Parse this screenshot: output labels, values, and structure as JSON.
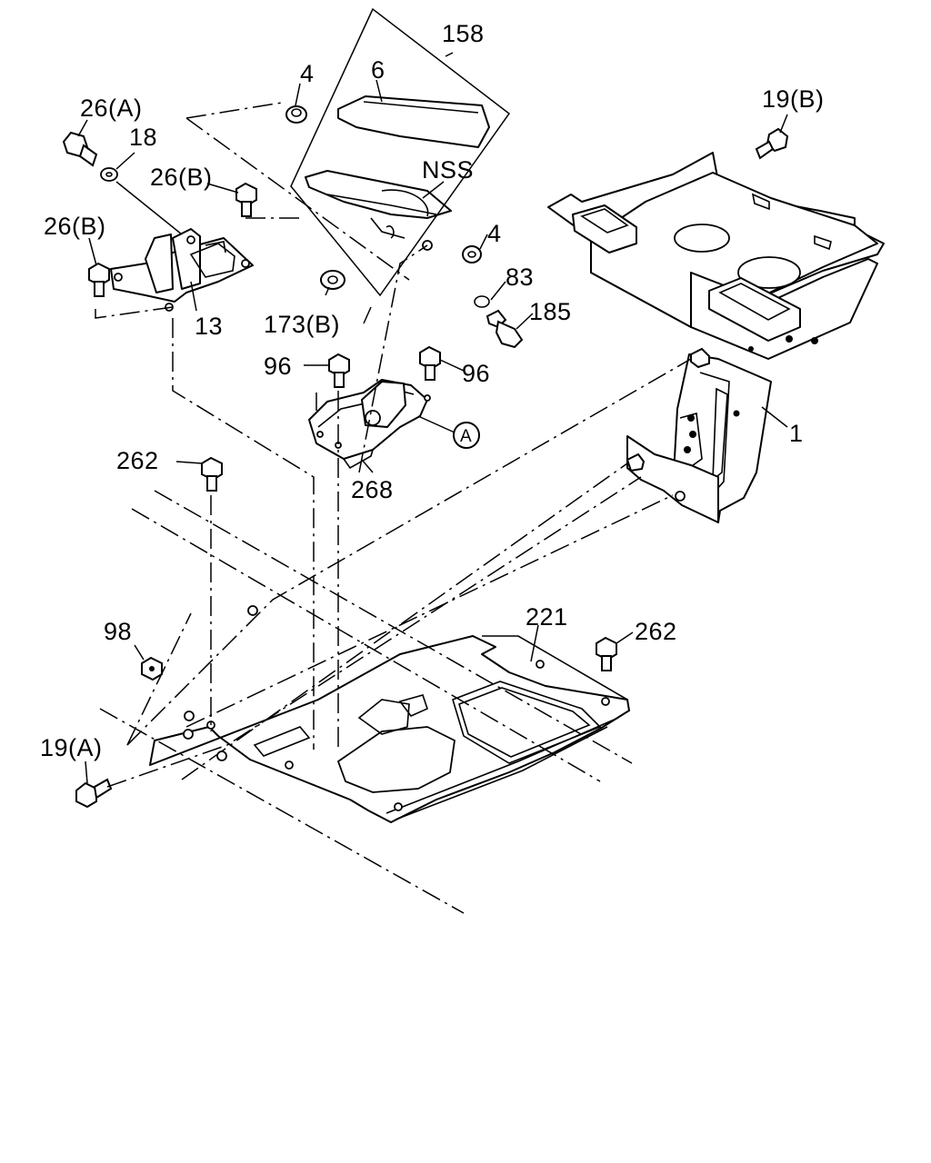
{
  "labels": {
    "p158": "158",
    "p4a": "4",
    "p6": "6",
    "p26a": "26(A)",
    "p18": "18",
    "p26b1": "26(B)",
    "p26b2": "26(B)",
    "pnss": "NSS",
    "p4b": "4",
    "p83": "83",
    "p185": "185",
    "p13": "13",
    "p173b": "173(B)",
    "p96a": "96",
    "p96b": "96",
    "pa": "A",
    "p268": "268",
    "p262a": "262",
    "p262b": "262",
    "p19b": "19(B)",
    "p1": "1",
    "p221": "221",
    "p98": "98",
    "p19a": "19(A)"
  }
}
